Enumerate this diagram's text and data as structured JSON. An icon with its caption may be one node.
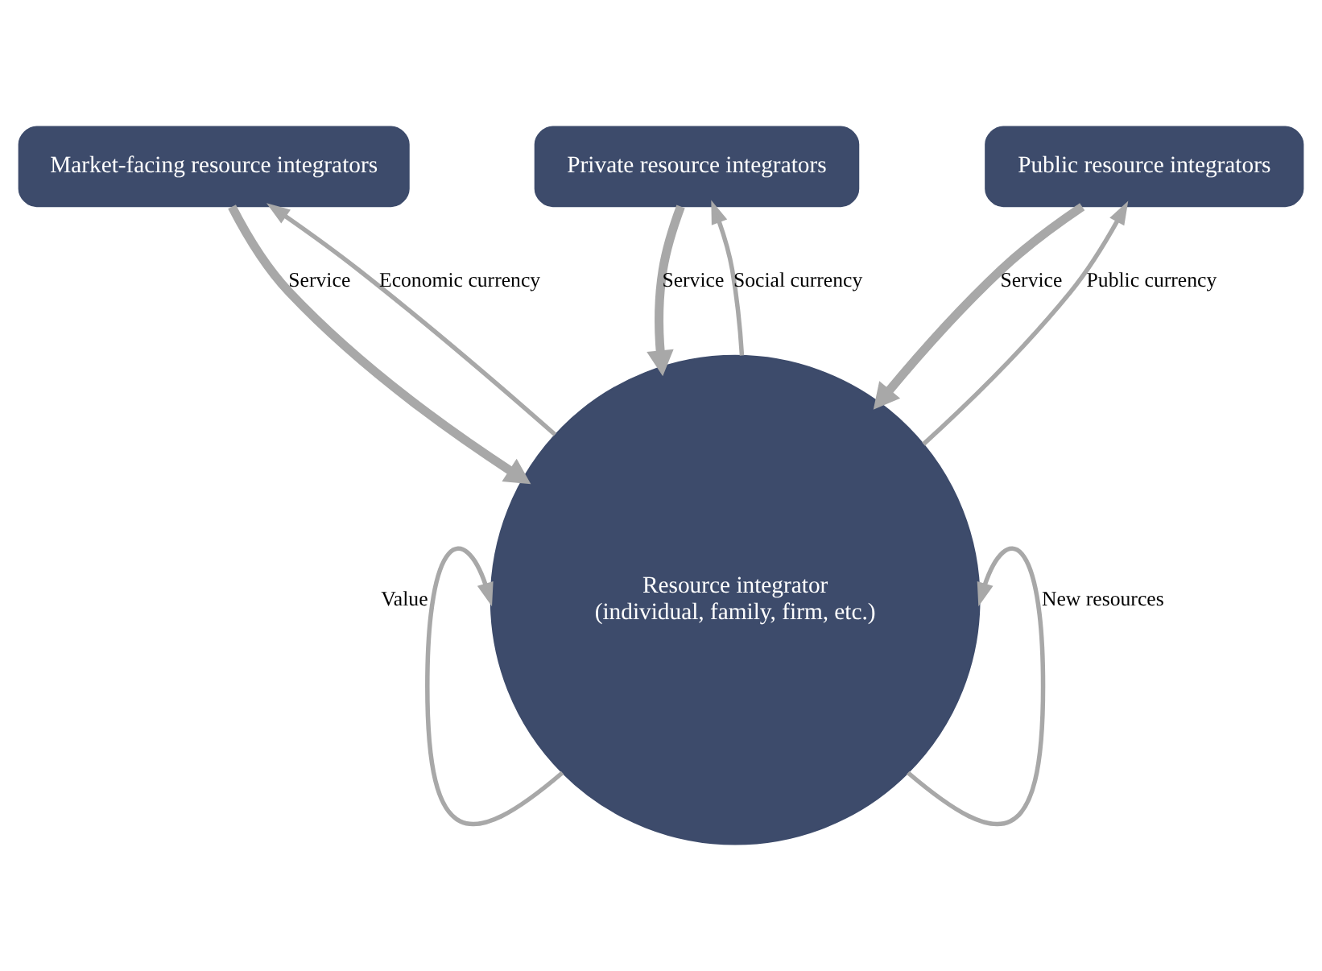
{
  "diagram": {
    "nodes": [
      {
        "text": [
          "Market-facing resource integrators"
        ]
      },
      {
        "text": [
          "Private resource integrators"
        ]
      },
      {
        "text": [
          "Public resource integrators"
        ]
      },
      {
        "text": [
          "Resource integrator",
          "(individual, family, firm, etc.)"
        ]
      }
    ],
    "edges": [
      {
        "from": 1,
        "to": 3,
        "arrow": "to",
        "label": "Service",
        "style": "thick"
      },
      {
        "from": 3,
        "to": 1,
        "arrow": "to",
        "label": "Social currency"
      },
      {
        "from": 0,
        "to": 3,
        "arrow": "to",
        "label": "Service",
        "style": "thick"
      },
      {
        "from": 3,
        "to": 0,
        "arrow": "to",
        "label": "Economic currency"
      },
      {
        "from": 2,
        "to": 3,
        "arrow": "to",
        "label": "Service",
        "style": "thick"
      },
      {
        "from": 3,
        "to": 2,
        "arrow": "to",
        "label": "Public currency"
      },
      {
        "from": 3,
        "to": 3,
        "arrow": "to",
        "label": "Value"
      },
      {
        "from": 3,
        "to": 3,
        "arrow": "to",
        "label": "New resources"
      }
    ]
  }
}
